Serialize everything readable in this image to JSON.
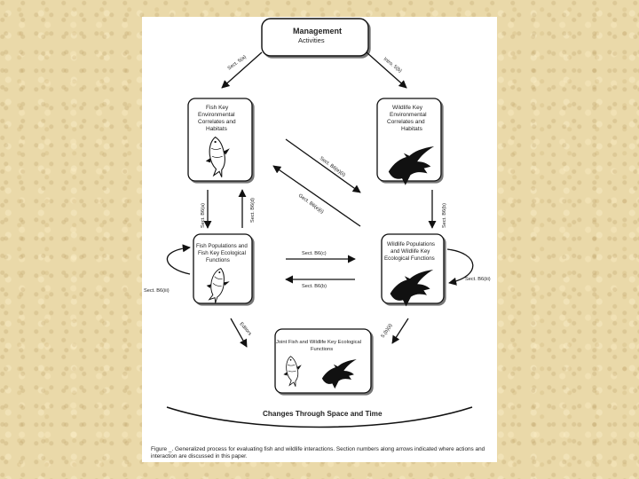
{
  "diagram": {
    "nodes": {
      "management": {
        "title": "Management",
        "subtitle": "Activities"
      },
      "fish_habitats": {
        "lines": [
          "Fish Key",
          "Environmental",
          "Correlates and",
          "Habitats"
        ]
      },
      "wildlife_habitats": {
        "lines": [
          "Wildlife Key",
          "Environmental",
          "Correlates and",
          "Habitats"
        ]
      },
      "fish_populations": {
        "lines": [
          "Fish Populations and",
          "Fish Key Ecological",
          "Functions"
        ]
      },
      "wildlife_populations": {
        "lines": [
          "Wildlife Populations",
          "and Wildlife Key",
          "Ecological Functions"
        ]
      },
      "joint": {
        "lines": [
          "Joint Fish and Wildlife Key Ecological",
          "Functions"
        ]
      }
    },
    "edge_labels": {
      "mgmt_to_fish": "Sect. 5(a)",
      "mgmt_to_wildlife": "Intro. 5(b)",
      "fish_hab_to_pop": "Sect. B6(a)",
      "fish_pop_to_hab": "Sect. B6(d)",
      "wildlife_hab_to_pop": "Sect. B6(b)",
      "diag_down": "Sect. B6(e)(ii)",
      "diag_up": "Gect. B6(e)(i)",
      "pop_to_right": "Sect. B6(c)",
      "pop_to_left": "Sect. B6(b)",
      "fish_self_loop": "Sect. B6(iii)",
      "wildlife_self_loop": "Sect. B6(iii)",
      "fish_to_joint": "Editors",
      "wildlife_to_joint": "5.(b)(ii)"
    },
    "bottom_label": "Changes Through Space and Time",
    "caption": "Figure _. Generalized process for evaluating fish and wildlife interactions. Section numbers along arrows indicated where actions and interaction are discussed in this paper."
  }
}
